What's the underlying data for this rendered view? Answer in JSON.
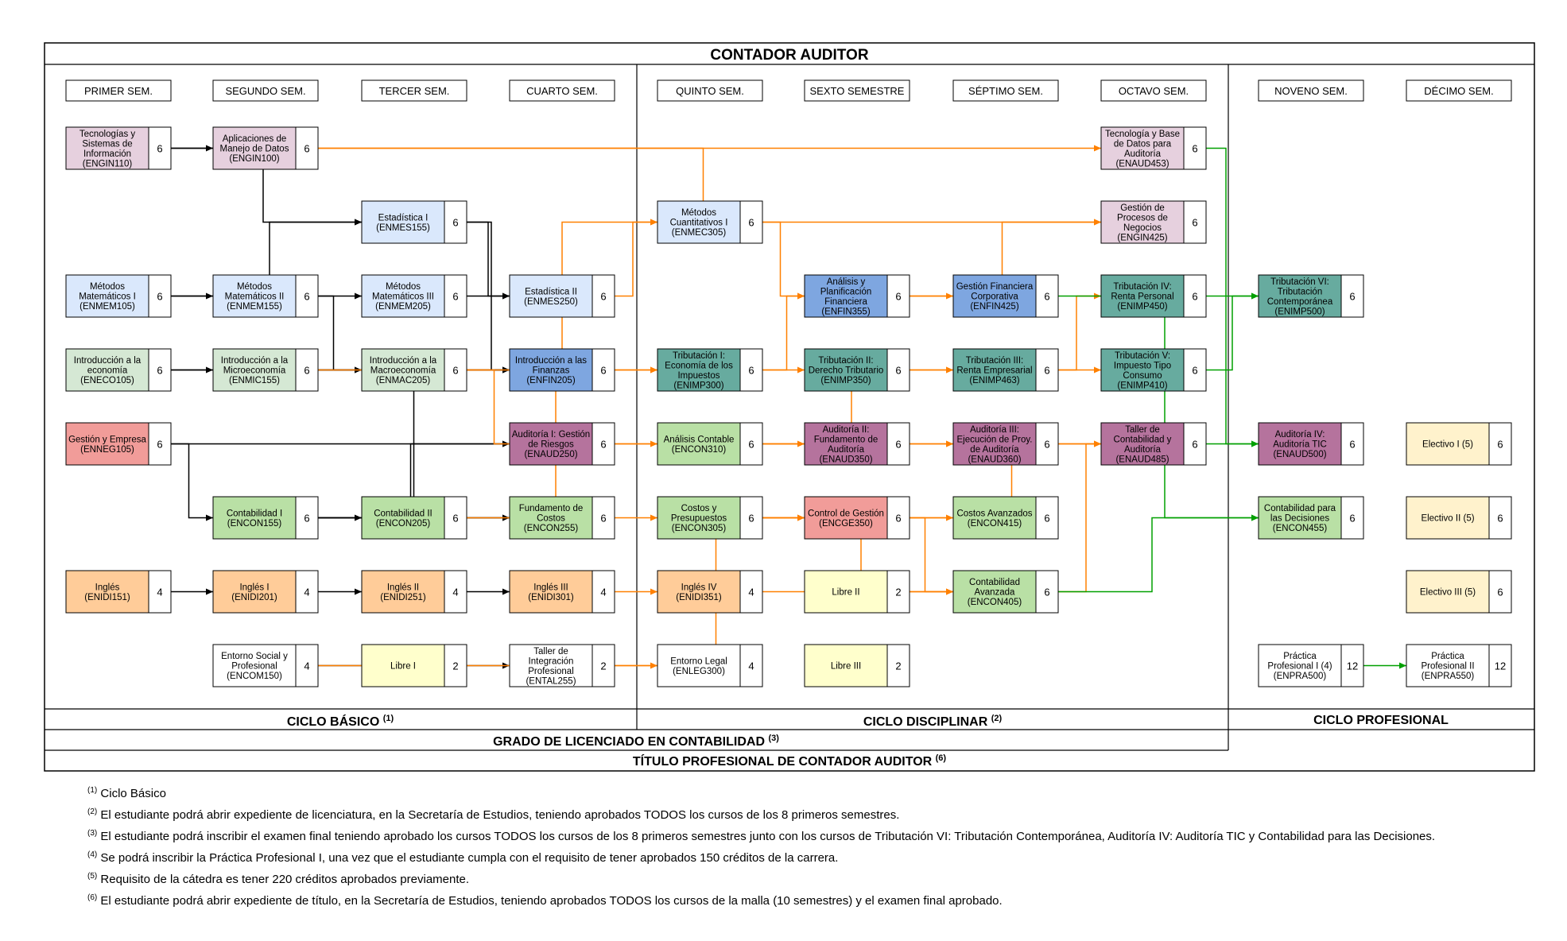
{
  "title": "CONTADOR AUDITOR",
  "semesters": [
    "PRIMER SEM.",
    "SEGUNDO SEM.",
    "TERCER SEM.",
    "CUARTO SEM.",
    "QUINTO SEM.",
    "SEXTO SEMESTRE",
    "SÉPTIMO SEM.",
    "OCTAVO SEM.",
    "NOVENO SEM.",
    "DÉCIMO SEM."
  ],
  "cycles": [
    {
      "label": "CICLO BÁSICO",
      "mark": "(1)"
    },
    {
      "label": "CICLO DISCIPLINAR",
      "mark": "(2)"
    },
    {
      "label": "CICLO PROFESIONAL",
      "mark": ""
    }
  ],
  "degree": {
    "label": "GRADO DE LICENCIADO EN CONTABILIDAD",
    "mark": "(3)"
  },
  "professional_title": {
    "label": "TÍTULO PROFESIONAL DE CONTADOR AUDITOR",
    "mark": "(6)"
  },
  "colors": {
    "tic": "#e6d0de",
    "math": "#dae8fc",
    "fin": "#7ea6e0",
    "eco": "#d5e8d4",
    "mgmt": "#f19c99",
    "acct": "#b9e0a5",
    "lang": "#ffcc99",
    "free": "#ffffcc",
    "audit": "#b5739d",
    "tax": "#67ab9f",
    "elective": "#fff2cc",
    "white": "#ffffff",
    "orange": "#ff8000",
    "green": "#00a000",
    "black": "#000000"
  },
  "courses": [
    {
      "id": "ENGIN110",
      "lines": [
        "Tecnologías y",
        "Sistemas de",
        "Información",
        "(ENGIN110)"
      ],
      "credits": "6",
      "color": "tic",
      "sem": 0,
      "row": 0
    },
    {
      "id": "ENMEM105",
      "lines": [
        "Métodos",
        "Matemáticos I",
        "(ENMEM105)"
      ],
      "credits": "6",
      "color": "math",
      "sem": 0,
      "row": 2
    },
    {
      "id": "ENECO105",
      "lines": [
        "Introducción a la",
        "economía",
        "(ENECO105)"
      ],
      "credits": "6",
      "color": "eco",
      "sem": 0,
      "row": 3
    },
    {
      "id": "ENNEG105",
      "lines": [
        "Gestión y Empresa",
        "(ENNEG105)"
      ],
      "credits": "6",
      "color": "mgmt",
      "sem": 0,
      "row": 4
    },
    {
      "id": "ENIDI151",
      "lines": [
        "Inglés",
        "(ENIDI151)"
      ],
      "credits": "4",
      "color": "lang",
      "sem": 0,
      "row": 6
    },
    {
      "id": "ENGIN100",
      "lines": [
        "Aplicaciones de",
        "Manejo de Datos",
        "(ENGIN100)"
      ],
      "credits": "6",
      "color": "tic",
      "sem": 1,
      "row": 0
    },
    {
      "id": "ENMEM155",
      "lines": [
        "Métodos",
        "Matemáticos II",
        "(ENMEM155)"
      ],
      "credits": "6",
      "color": "math",
      "sem": 1,
      "row": 2
    },
    {
      "id": "ENMIC155",
      "lines": [
        "Introducción a la",
        "Microeconomía",
        "(ENMIC155)"
      ],
      "credits": "6",
      "color": "eco",
      "sem": 1,
      "row": 3
    },
    {
      "id": "ENCON155",
      "lines": [
        "Contabilidad I",
        "(ENCON155)"
      ],
      "credits": "6",
      "color": "acct",
      "sem": 1,
      "row": 5
    },
    {
      "id": "ENIDI201",
      "lines": [
        "Inglés I",
        "(ENIDI201)"
      ],
      "credits": "4",
      "color": "lang",
      "sem": 1,
      "row": 6
    },
    {
      "id": "ENCOM150",
      "lines": [
        "Entorno Social y",
        "Profesional",
        "(ENCOM150)"
      ],
      "credits": "4",
      "color": "white",
      "sem": 1,
      "row": 7
    },
    {
      "id": "ENMES155",
      "lines": [
        "Estadística I",
        "(ENMES155)"
      ],
      "credits": "6",
      "color": "math",
      "sem": 2,
      "row": 1
    },
    {
      "id": "ENMEM205",
      "lines": [
        "Métodos",
        "Matemáticos III",
        "(ENMEM205)"
      ],
      "credits": "6",
      "color": "math",
      "sem": 2,
      "row": 2
    },
    {
      "id": "ENMAC205",
      "lines": [
        "Introducción a la",
        "Macroeconomía",
        "(ENMAC205)"
      ],
      "credits": "6",
      "color": "eco",
      "sem": 2,
      "row": 3
    },
    {
      "id": "ENCON205",
      "lines": [
        "Contabilidad II",
        "(ENCON205)"
      ],
      "credits": "6",
      "color": "acct",
      "sem": 2,
      "row": 5
    },
    {
      "id": "ENIDI251",
      "lines": [
        "Inglés II",
        "(ENIDI251)"
      ],
      "credits": "4",
      "color": "lang",
      "sem": 2,
      "row": 6
    },
    {
      "id": "LIBRE1",
      "lines": [
        "Libre I"
      ],
      "credits": "2",
      "color": "free",
      "sem": 2,
      "row": 7
    },
    {
      "id": "ENMES250",
      "lines": [
        "Estadística II",
        "(ENMES250)"
      ],
      "credits": "6",
      "color": "math",
      "sem": 3,
      "row": 2
    },
    {
      "id": "ENFIN205",
      "lines": [
        "Introducción a las",
        "Finanzas",
        "(ENFIN205)"
      ],
      "credits": "6",
      "color": "fin",
      "sem": 3,
      "row": 3
    },
    {
      "id": "ENAUD250",
      "lines": [
        "Auditoría I: Gestión",
        "de Riesgos",
        "(ENAUD250)"
      ],
      "credits": "6",
      "color": "audit",
      "sem": 3,
      "row": 4
    },
    {
      "id": "ENCON255",
      "lines": [
        "Fundamento de",
        "Costos",
        "(ENCON255)"
      ],
      "credits": "6",
      "color": "acct",
      "sem": 3,
      "row": 5
    },
    {
      "id": "ENIDI301",
      "lines": [
        "Inglés III",
        "(ENIDI301)"
      ],
      "credits": "4",
      "color": "lang",
      "sem": 3,
      "row": 6
    },
    {
      "id": "ENTAL255",
      "lines": [
        "Taller de",
        "Integración",
        "Profesional",
        "(ENTAL255)"
      ],
      "credits": "2",
      "color": "white",
      "sem": 3,
      "row": 7
    },
    {
      "id": "ENMEC305",
      "lines": [
        "Métodos",
        "Cuantitativos I",
        "(ENMEC305)"
      ],
      "credits": "6",
      "color": "math",
      "sem": 4,
      "row": 1
    },
    {
      "id": "ENIMP300",
      "lines": [
        "Tributación I:",
        "Economía de los",
        "Impuestos",
        "(ENIMP300)"
      ],
      "credits": "6",
      "color": "tax",
      "sem": 4,
      "row": 3
    },
    {
      "id": "ENCON310",
      "lines": [
        "Análisis Contable",
        "(ENCON310)"
      ],
      "credits": "6",
      "color": "acct",
      "sem": 4,
      "row": 4
    },
    {
      "id": "ENCON305",
      "lines": [
        "Costos y",
        "Presupuestos",
        "(ENCON305)"
      ],
      "credits": "6",
      "color": "acct",
      "sem": 4,
      "row": 5
    },
    {
      "id": "ENIDI351",
      "lines": [
        "Inglés IV",
        "(ENIDI351)"
      ],
      "credits": "4",
      "color": "lang",
      "sem": 4,
      "row": 6
    },
    {
      "id": "ENLEG300",
      "lines": [
        "Entorno Legal",
        "(ENLEG300)"
      ],
      "credits": "4",
      "color": "white",
      "sem": 4,
      "row": 7
    },
    {
      "id": "ENFIN355",
      "lines": [
        "Análisis y",
        "Planificación",
        "Financiera",
        "(ENFIN355)"
      ],
      "credits": "6",
      "color": "fin",
      "sem": 5,
      "row": 2
    },
    {
      "id": "ENIMP350",
      "lines": [
        "Tributación II:",
        "Derecho Tributario",
        "(ENIMP350)"
      ],
      "credits": "6",
      "color": "tax",
      "sem": 5,
      "row": 3
    },
    {
      "id": "ENAUD350",
      "lines": [
        "Auditoría II:",
        "Fundamento de",
        "Auditoría",
        "(ENAUD350)"
      ],
      "credits": "6",
      "color": "audit",
      "sem": 5,
      "row": 4
    },
    {
      "id": "ENCGE350",
      "lines": [
        "Control de Gestión",
        "(ENCGE350)"
      ],
      "credits": "6",
      "color": "mgmt",
      "sem": 5,
      "row": 5
    },
    {
      "id": "LIBRE2",
      "lines": [
        "Libre II"
      ],
      "credits": "2",
      "color": "free",
      "sem": 5,
      "row": 6
    },
    {
      "id": "LIBRE3",
      "lines": [
        "Libre III"
      ],
      "credits": "2",
      "color": "free",
      "sem": 5,
      "row": 7
    },
    {
      "id": "ENFIN425",
      "lines": [
        "Gestión Financiera",
        "Corporativa",
        "(ENFIN425)"
      ],
      "credits": "6",
      "color": "fin",
      "sem": 6,
      "row": 2
    },
    {
      "id": "ENIMP463",
      "lines": [
        "Tributación III:",
        "Renta Empresarial",
        "(ENIMP463)"
      ],
      "credits": "6",
      "color": "tax",
      "sem": 6,
      "row": 3
    },
    {
      "id": "ENAUD360",
      "lines": [
        "Auditoría III:",
        "Ejecución de Proy.",
        "de Auditoría",
        "(ENAUD360)"
      ],
      "credits": "6",
      "color": "audit",
      "sem": 6,
      "row": 4
    },
    {
      "id": "ENCON415",
      "lines": [
        "Costos Avanzados",
        "(ENCON415)"
      ],
      "credits": "6",
      "color": "acct",
      "sem": 6,
      "row": 5
    },
    {
      "id": "ENCON405",
      "lines": [
        "Contabilidad",
        "Avanzada",
        "(ENCON405)"
      ],
      "credits": "6",
      "color": "acct",
      "sem": 6,
      "row": 6
    },
    {
      "id": "ENAUD453",
      "lines": [
        "Tecnología y Base",
        "de Datos para",
        "Auditoría",
        "(ENAUD453)"
      ],
      "credits": "6",
      "color": "tic",
      "sem": 7,
      "row": 0
    },
    {
      "id": "ENGIN425",
      "lines": [
        "Gestión de",
        "Procesos de",
        "Negocios",
        "(ENGIN425)"
      ],
      "credits": "6",
      "color": "tic",
      "sem": 7,
      "row": 1
    },
    {
      "id": "ENIMP450",
      "lines": [
        "Tributación IV:",
        "Renta Personal",
        "(ENIMP450)"
      ],
      "credits": "6",
      "color": "tax",
      "sem": 7,
      "row": 2
    },
    {
      "id": "ENIMP410",
      "lines": [
        "Tributación V:",
        "Impuesto Tipo",
        "Consumo",
        "(ENIMP410)"
      ],
      "credits": "6",
      "color": "tax",
      "sem": 7,
      "row": 3
    },
    {
      "id": "ENAUD485",
      "lines": [
        "Taller de",
        "Contabilidad y",
        "Auditoría",
        "(ENAUD485)"
      ],
      "credits": "6",
      "color": "audit",
      "sem": 7,
      "row": 4
    },
    {
      "id": "ENIMP500",
      "lines": [
        "Tributación VI:",
        "Tributación",
        "Contemporánea",
        "(ENIMP500)"
      ],
      "credits": "6",
      "color": "tax",
      "sem": 8,
      "row": 2
    },
    {
      "id": "ENAUD500",
      "lines": [
        "Auditoría IV:",
        "Auditoría TIC",
        "(ENAUD500)"
      ],
      "credits": "6",
      "color": "audit",
      "sem": 8,
      "row": 4
    },
    {
      "id": "ENCON455",
      "lines": [
        "Contabilidad para",
        "las Decisiones",
        "(ENCON455)"
      ],
      "credits": "6",
      "color": "acct",
      "sem": 8,
      "row": 5
    },
    {
      "id": "ENPRA500",
      "lines": [
        "Práctica",
        "Profesional I (4)",
        "(ENPRA500)"
      ],
      "credits": "12",
      "color": "white",
      "sem": 8,
      "row": 7
    },
    {
      "id": "ELEC1",
      "lines": [
        "Electivo I (5)"
      ],
      "credits": "6",
      "color": "elective",
      "sem": 9,
      "row": 4
    },
    {
      "id": "ELEC2",
      "lines": [
        "Electivo II (5)"
      ],
      "credits": "6",
      "color": "elective",
      "sem": 9,
      "row": 5
    },
    {
      "id": "ELEC3",
      "lines": [
        "Electivo III (5)"
      ],
      "credits": "6",
      "color": "elective",
      "sem": 9,
      "row": 6
    },
    {
      "id": "ENPRA550",
      "lines": [
        "Práctica",
        "Profesional II",
        "(ENPRA550)"
      ],
      "credits": "12",
      "color": "white",
      "sem": 9,
      "row": 7
    }
  ],
  "connections": [
    {
      "from": "ENGIN110",
      "to": "ENGIN100",
      "color": "black"
    },
    {
      "from": "ENGIN110",
      "to": "ENMES155",
      "color": "black"
    },
    {
      "from": "ENMEM105",
      "to": "ENMEM155",
      "color": "black"
    },
    {
      "from": "ENMEM105",
      "to": "ENMES155",
      "color": "black"
    },
    {
      "from": "ENMEM155",
      "to": "ENMEM205",
      "color": "black"
    },
    {
      "from": "ENMEM155",
      "to": "ENMAC205",
      "color": "black"
    },
    {
      "from": "ENECO105",
      "to": "ENMIC155",
      "color": "black"
    },
    {
      "from": "ENECO105",
      "to": "ENFIN205",
      "color": "black"
    },
    {
      "from": "ENMIC155",
      "to": "ENMAC205",
      "color": "black"
    },
    {
      "from": "ENMIC155",
      "to": "ENFIN205",
      "color": "black"
    },
    {
      "from": "ENNEG105",
      "to": "ENAUD250",
      "color": "black"
    },
    {
      "from": "ENNEG105",
      "to": "ENCON155",
      "color": "black"
    },
    {
      "from": "ENMES155",
      "to": "ENMES250",
      "color": "black"
    },
    {
      "from": "ENMES155",
      "to": "ENFIN205",
      "color": "black"
    },
    {
      "from": "ENMEM205",
      "to": "ENMES250",
      "color": "black"
    },
    {
      "from": "ENCON155",
      "to": "ENCON205",
      "color": "black"
    },
    {
      "from": "ENCON155",
      "to": "ENAUD250",
      "color": "black"
    },
    {
      "from": "ENCON155",
      "to": "ENFIN205",
      "color": "black"
    },
    {
      "from": "ENCON155",
      "to": "ENCON255",
      "color": "black"
    },
    {
      "from": "ENCON205",
      "to": "ENCON255",
      "color": "black"
    },
    {
      "from": "ENIDI151",
      "to": "ENIDI201",
      "color": "black"
    },
    {
      "from": "ENIDI201",
      "to": "ENIDI251",
      "color": "black"
    },
    {
      "from": "ENIDI251",
      "to": "ENIDI301",
      "color": "black"
    },
    {
      "from": "ENCOM150",
      "to": "ENTAL255",
      "color": "black"
    },
    {
      "from": "ENGIN100",
      "to": "ENAUD453",
      "color": "orange"
    },
    {
      "from": "ENGIN100",
      "to": "ENGIN425",
      "color": "orange"
    },
    {
      "from": "ENMES250",
      "to": "ENMEC305",
      "color": "orange"
    },
    {
      "from": "ENMAC205",
      "to": "ENMEC305",
      "color": "orange"
    },
    {
      "from": "ENFIN205",
      "to": "ENIMP300",
      "color": "orange"
    },
    {
      "from": "ENMIC155",
      "to": "ENCON310",
      "color": "orange"
    },
    {
      "from": "ENCON205",
      "to": "ENIMP300",
      "color": "orange"
    },
    {
      "from": "ENAUD250",
      "to": "ENAUD360",
      "color": "orange"
    },
    {
      "from": "ENCON255",
      "to": "ENCON305",
      "color": "orange"
    },
    {
      "from": "ENIDI301",
      "to": "ENIDI351",
      "color": "orange"
    },
    {
      "from": "ENTAL255",
      "to": "ENCGE350",
      "color": "orange"
    },
    {
      "from": "ENCOM150",
      "to": "ENLEG300",
      "color": "orange"
    },
    {
      "from": "ENMEC305",
      "to": "ENFIN355",
      "color": "orange"
    },
    {
      "from": "ENIMP300",
      "to": "ENIMP350",
      "color": "orange"
    },
    {
      "from": "ENIMP300",
      "to": "ENFIN355",
      "color": "orange"
    },
    {
      "from": "ENCON310",
      "to": "ENAUD350",
      "color": "orange"
    },
    {
      "from": "ENCON310",
      "to": "ENIMP463",
      "color": "orange"
    },
    {
      "from": "ENCON305",
      "to": "ENCGE350",
      "color": "orange"
    },
    {
      "from": "ENCON305",
      "to": "ENCON415",
      "color": "orange"
    },
    {
      "from": "ENCON305",
      "to": "ENCON405",
      "color": "orange"
    },
    {
      "from": "ENIDI351",
      "to": "ENCON405",
      "color": "orange"
    },
    {
      "from": "ENFIN355",
      "to": "ENFIN425",
      "color": "orange"
    },
    {
      "from": "ENFIN355",
      "to": "ENGIN425",
      "color": "orange"
    },
    {
      "from": "ENIMP350",
      "to": "ENIMP463",
      "color": "orange"
    },
    {
      "from": "ENAUD350",
      "to": "ENAUD360",
      "color": "orange"
    },
    {
      "from": "ENCGE350",
      "to": "ENAUD485",
      "color": "orange"
    },
    {
      "from": "ENCGE350",
      "to": "ENCON405",
      "color": "orange"
    },
    {
      "from": "ENIMP463",
      "to": "ENIMP450",
      "color": "orange"
    },
    {
      "from": "ENIMP463",
      "to": "ENIMP410",
      "color": "orange"
    },
    {
      "from": "ENAUD360",
      "to": "ENAUD485",
      "color": "orange"
    },
    {
      "from": "ENCON405",
      "to": "ENAUD485",
      "color": "orange"
    },
    {
      "from": "ENAUD453",
      "to": "ENAUD500",
      "color": "green"
    },
    {
      "from": "ENIMP450",
      "to": "ENIMP500",
      "color": "green"
    },
    {
      "from": "ENIMP410",
      "to": "ENIMP500",
      "color": "green"
    },
    {
      "from": "ENAUD485",
      "to": "ENAUD500",
      "color": "green"
    },
    {
      "from": "ENFIN425",
      "to": "ENCON455",
      "color": "green"
    },
    {
      "from": "ENCON405",
      "to": "ENCON455",
      "color": "green"
    },
    {
      "from": "ENPRA500",
      "to": "ENPRA550",
      "color": "green"
    }
  ],
  "notes": [
    {
      "mark": "(1)",
      "text": "Ciclo Básico"
    },
    {
      "mark": "(2)",
      "text": "El estudiante podrá abrir expediente de licenciatura, en la Secretaría de Estudios, teniendo aprobados TODOS los cursos de los 8 primeros semestres."
    },
    {
      "mark": "(3)",
      "text": "El estudiante podrá inscribir el examen final teniendo aprobado los cursos TODOS los cursos de los 8 primeros semestres junto con los cursos de Tributación VI: Tributación Contemporánea, Auditoría IV: Auditoría TIC y Contabilidad para las Decisiones."
    },
    {
      "mark": "(4)",
      "text": "Se podrá inscribir la Práctica Profesional I, una vez que el estudiante cumpla con el requisito de tener aprobados 150 créditos de la carrera."
    },
    {
      "mark": "(5)",
      "text": "Requisito de la cátedra es tener 220 créditos aprobados previamente."
    },
    {
      "mark": "(6)",
      "text": "El estudiante podrá abrir expediente de título, en la Secretaría de Estudios, teniendo aprobados TODOS los cursos de la malla (10 semestres) y el examen final aprobado."
    }
  ]
}
